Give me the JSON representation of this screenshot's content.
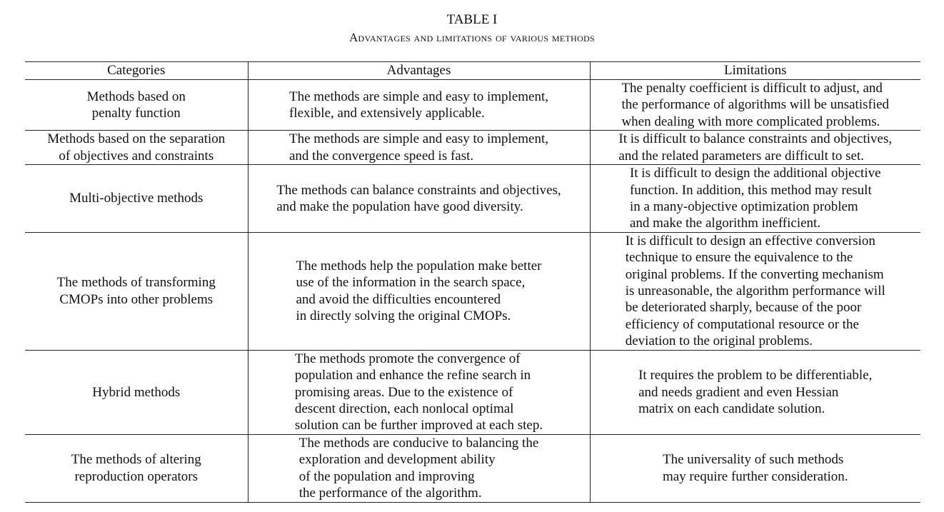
{
  "title": "TABLE I",
  "subtitle": "Advantages and limitations of various methods",
  "columns": [
    "Categories",
    "Advantages",
    "Limitations"
  ],
  "rows": [
    {
      "category": "Methods based on\npenalty function",
      "advantages": "The methods are simple and easy to implement,\nflexible, and extensively applicable.",
      "limitations": "The penalty coefficient is difficult to adjust, and\nthe performance of algorithms will be unsatisfied\nwhen dealing with more complicated problems."
    },
    {
      "category": "Methods based on the separation\nof objectives and constraints",
      "advantages": "The methods are simple and easy to implement,\nand the convergence speed is fast.",
      "limitations": "It is difficult to balance constraints and objectives,\nand the related parameters are difficult to set."
    },
    {
      "category": "Multi-objective methods",
      "advantages": "The methods can balance constraints and objectives,\nand make the population have good diversity.",
      "limitations": "It is difficult to design the additional objective\nfunction. In addition, this method may result\nin a many-objective optimization problem\nand make the algorithm inefficient."
    },
    {
      "category": "The methods of transforming\nCMOPs into other problems",
      "advantages": "The methods help the population make better\nuse of the information in the search space,\nand avoid the difficulties encountered\nin directly solving the original CMOPs.",
      "limitations": "It is difficult to design an effective conversion\ntechnique to ensure the equivalence to the\noriginal problems. If the converting mechanism\nis unreasonable, the algorithm performance will\nbe deteriorated sharply, because of the poor\nefficiency of computational resource or the\ndeviation to the original problems."
    },
    {
      "category": "Hybrid methods",
      "advantages": "The methods promote the convergence of\npopulation and enhance the refine search in\npromising areas. Due to the existence of\ndescent direction, each nonlocal optimal\nsolution can be further improved at each step.",
      "limitations": "It requires the problem to be differentiable,\nand needs gradient and even Hessian\nmatrix on each candidate solution."
    },
    {
      "category": "The methods of altering\nreproduction operators",
      "advantages": "The methods are conducive to balancing the\nexploration and development ability\nof the population and improving\nthe performance of the algorithm.",
      "limitations": "The universality of such methods\nmay require further consideration."
    }
  ]
}
